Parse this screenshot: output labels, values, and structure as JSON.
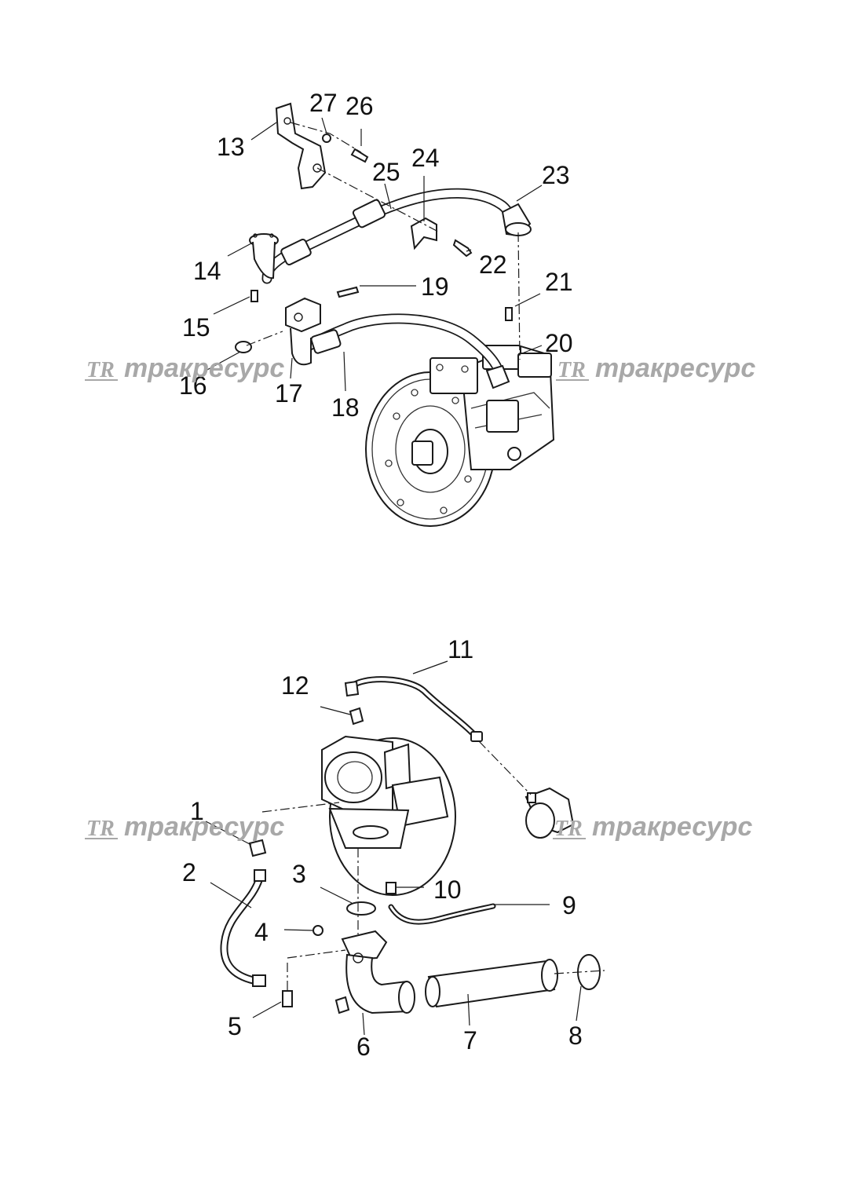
{
  "watermark": {
    "logo": "TR",
    "text": "тракресурс"
  },
  "callouts": {
    "c1": "1",
    "c2": "2",
    "c3": "3",
    "c4": "4",
    "c5": "5",
    "c6": "6",
    "c7": "7",
    "c8": "8",
    "c9": "9",
    "c10": "10",
    "c11": "11",
    "c12": "12",
    "c13": "13",
    "c14": "14",
    "c15": "15",
    "c16": "16",
    "c17": "17",
    "c18": "18",
    "c19": "19",
    "c20": "20",
    "c21": "21",
    "c22": "22",
    "c23": "23",
    "c24": "24",
    "c25": "25",
    "c26": "26",
    "c27": "27"
  }
}
